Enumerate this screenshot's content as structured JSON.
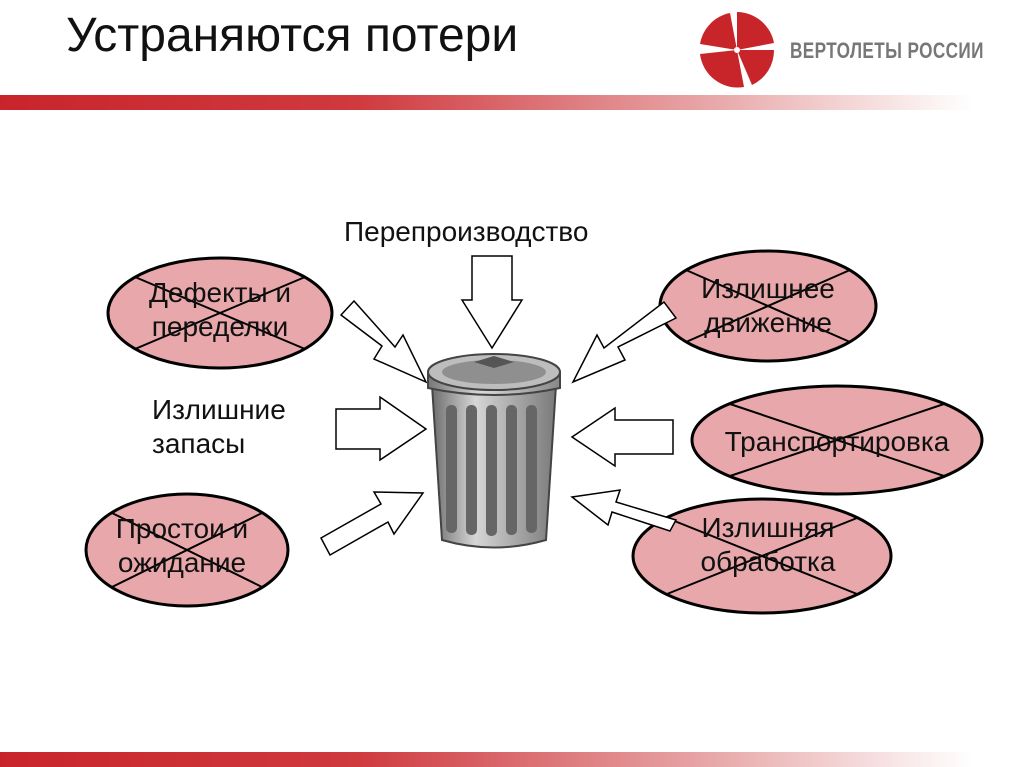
{
  "slide": {
    "title": "Устраняются потери",
    "brand": {
      "name": "ВЕРТОЛЕТЫ РОССИИ",
      "logo_icon": "brand-logo-icon"
    }
  },
  "diagram": {
    "center_icon": "trash-can-icon",
    "top_label": "Перепроизводство",
    "wastes": [
      {
        "line1": "Дефекты и",
        "line2": "переделки",
        "crossed": true
      },
      {
        "line1": "Излишнее",
        "line2": "движение",
        "crossed": true
      },
      {
        "line1": "Транспортировка",
        "line2": "",
        "crossed": true
      },
      {
        "line1": "Простои и",
        "line2": "ожидание",
        "crossed": true
      },
      {
        "line1": "Излишняя",
        "line2": "обработка",
        "crossed": true
      }
    ],
    "plain_label": {
      "line1": "Излишние",
      "line2": "запасы"
    },
    "colors": {
      "ellipse_fill": "#e8a8ab",
      "brand_red": "#c8252b",
      "can_gray": "#9a9a9a"
    }
  }
}
